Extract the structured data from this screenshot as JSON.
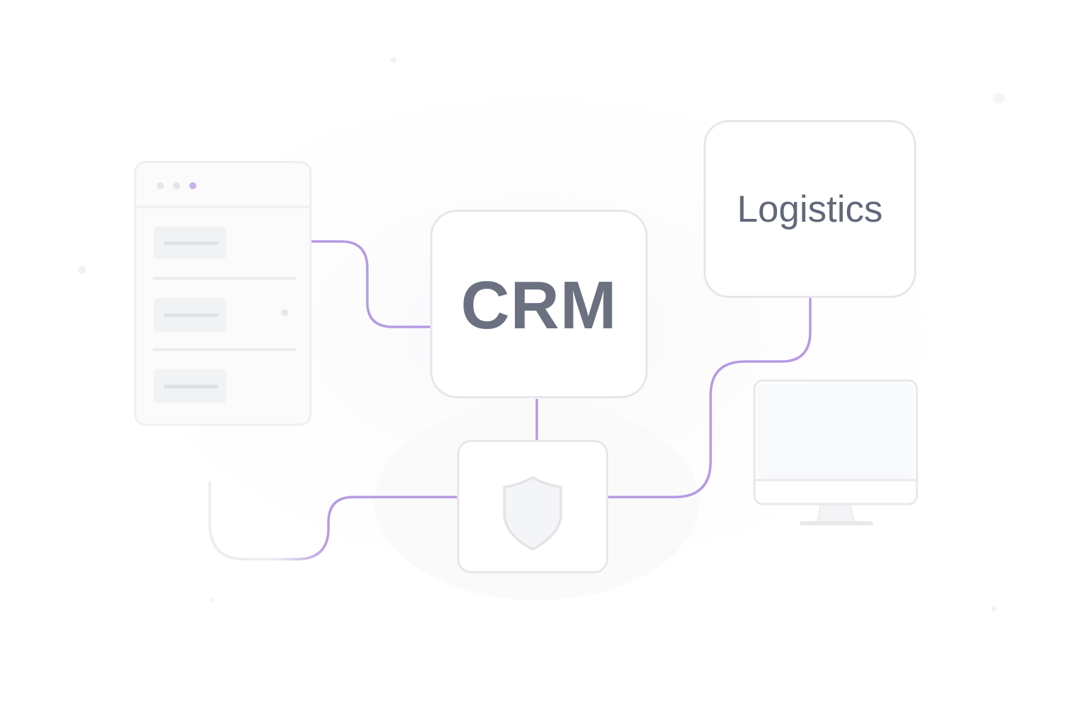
{
  "diagram": {
    "nodes": {
      "crm": {
        "label": "CRM"
      },
      "logistics": {
        "label": "Logistics"
      },
      "security": {
        "icon": "shield-icon"
      },
      "app_window": {
        "icon": "app-window-icon",
        "rows": 3
      },
      "monitor": {
        "icon": "monitor-icon"
      }
    },
    "colors": {
      "accent": "#b69ae3",
      "border": "#e7e7ea",
      "text": "#6b7180",
      "muted_fill": "#f1f2f4"
    }
  }
}
